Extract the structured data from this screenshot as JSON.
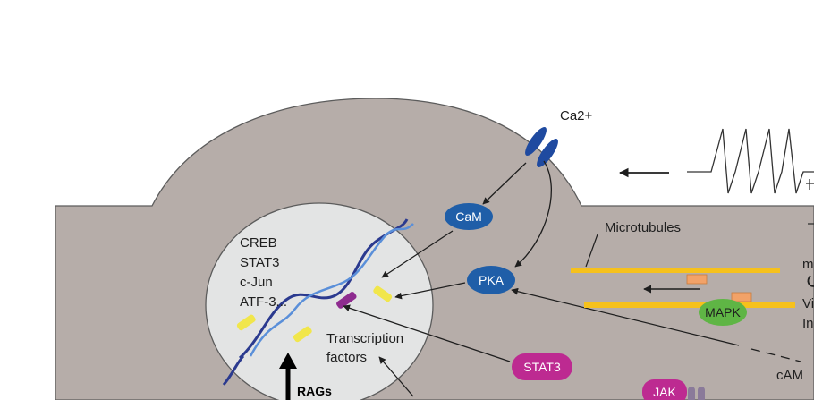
{
  "labels": {
    "ca": "Ca2+",
    "microtubules": "Microtubules",
    "tf_line1": "Transcription",
    "tf_line2": "factors",
    "rags": "RAGs",
    "camp": "cAM",
    "m_partial": "m",
    "vi_partial": "Vi",
    "in_partial": "In"
  },
  "tf_list": [
    "CREB",
    "STAT3",
    "c-Jun",
    "ATF-3..."
  ],
  "proteins": {
    "cam": "CaM",
    "pka": "PKA",
    "stat3": "STAT3",
    "jak": "JAK",
    "mapk": "MAPK"
  },
  "colors": {
    "cell": "#b6ada9",
    "nucleus": "#e3e4e4",
    "blue_protein": "#1f5ea8",
    "magenta": "#bd2a91",
    "mapk_green": "#5fb545",
    "microtubule": "#f6c11c",
    "cargo": "#f2a268",
    "dna_dark": "#2b3a8f",
    "dna_light": "#5a8fd9",
    "tf_yellow": "#f1e64b",
    "tf_purple": "#8e2b8f"
  }
}
